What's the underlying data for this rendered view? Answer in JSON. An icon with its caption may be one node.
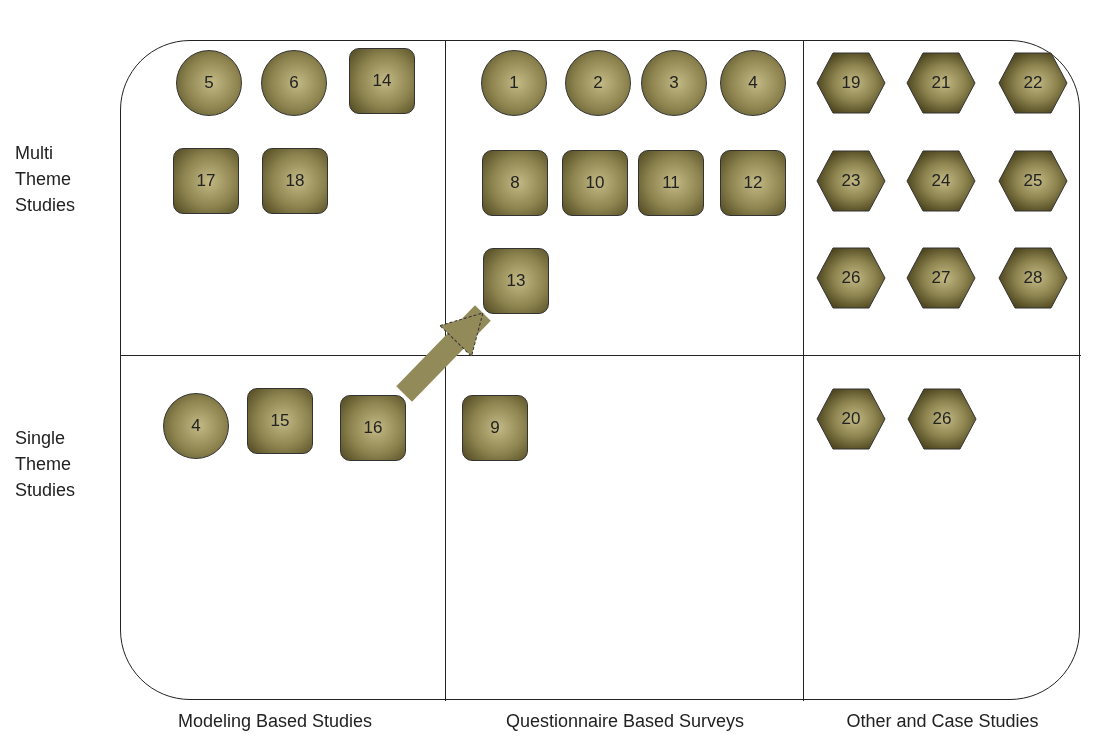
{
  "diagram": {
    "nodes": [
      {
        "text": [],
        "shape": "box"
      },
      {
        "text": [],
        "shape": "box",
        "in": 0
      },
      {
        "text": [],
        "shape": "box",
        "in": 0
      },
      {
        "text": [],
        "shape": "box",
        "in": 0
      },
      {
        "text": [],
        "shape": "box",
        "in": 0
      },
      {
        "text": [],
        "shape": "box",
        "in": 0
      },
      {
        "text": [],
        "shape": "box",
        "in": 0
      },
      {
        "text": [
          "5"
        ],
        "in": 1
      },
      {
        "text": [
          "6"
        ],
        "in": 1
      },
      {
        "text": [
          "14"
        ],
        "in": 1
      },
      {
        "text": [
          "17"
        ],
        "in": 1
      },
      {
        "text": [
          "18"
        ],
        "in": 1
      },
      {
        "text": [
          "1"
        ],
        "in": 2
      },
      {
        "text": [
          "2"
        ],
        "in": 2
      },
      {
        "text": [
          "3"
        ],
        "in": 2
      },
      {
        "text": [
          "4"
        ],
        "in": 2
      },
      {
        "text": [
          "8"
        ],
        "in": 2
      },
      {
        "text": [
          "10"
        ],
        "in": 2
      },
      {
        "text": [
          "11"
        ],
        "in": 2
      },
      {
        "text": [
          "12"
        ],
        "in": 2
      },
      {
        "text": [
          "13"
        ],
        "in": 2
      },
      {
        "text": [
          "19"
        ],
        "in": 3
      },
      {
        "text": [
          "21"
        ],
        "in": 3
      },
      {
        "text": [
          "22"
        ],
        "in": 3
      },
      {
        "text": [
          "23"
        ],
        "in": 3
      },
      {
        "text": [
          "24"
        ],
        "in": 3
      },
      {
        "text": [
          "25"
        ],
        "in": 3
      },
      {
        "text": [
          "26"
        ],
        "in": 3
      },
      {
        "text": [
          "27"
        ],
        "in": 3
      },
      {
        "text": [
          "28"
        ],
        "in": 3
      },
      {
        "text": [
          "4"
        ],
        "in": 4
      },
      {
        "text": [
          "15"
        ],
        "in": 4
      },
      {
        "text": [
          "16"
        ],
        "in": 4
      },
      {
        "text": [
          "9"
        ],
        "in": 5
      },
      {
        "text": [
          "20"
        ],
        "in": 6
      },
      {
        "text": [
          "26"
        ],
        "in": 6
      }
    ],
    "edges": [
      {
        "from": 32,
        "to": 20,
        "arrow": "to"
      }
    ],
    "labels": [
      "Multi Theme Studies",
      "Single Theme Studies",
      "Modeling Based Studies",
      "Questionnaire Based Surveys",
      "Other and Case Studies"
    ]
  }
}
